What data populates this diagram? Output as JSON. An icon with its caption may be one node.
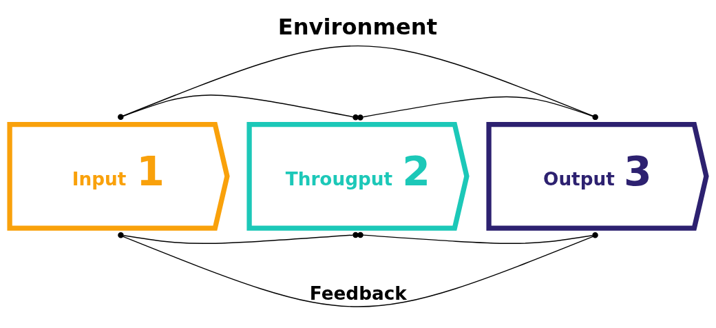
{
  "diagram": {
    "title": "Environment",
    "nodes": [
      {
        "text": [
          "Input",
          "1"
        ]
      },
      {
        "text": [
          "Througput",
          "2"
        ]
      },
      {
        "text": [
          "Output",
          "3"
        ]
      }
    ],
    "edges": [
      {
        "from": 0,
        "to": 1,
        "arrow": "other"
      },
      {
        "from": 1,
        "to": 2,
        "arrow": "other"
      },
      {
        "from": 0,
        "to": 1,
        "arrow": "other"
      },
      {
        "from": 1,
        "to": 2,
        "arrow": "other"
      },
      {
        "from": 0,
        "to": 2,
        "arrow": "none"
      },
      {
        "from": 0,
        "to": 2,
        "arrow": "none"
      }
    ],
    "labels": [
      "Feedback"
    ]
  }
}
